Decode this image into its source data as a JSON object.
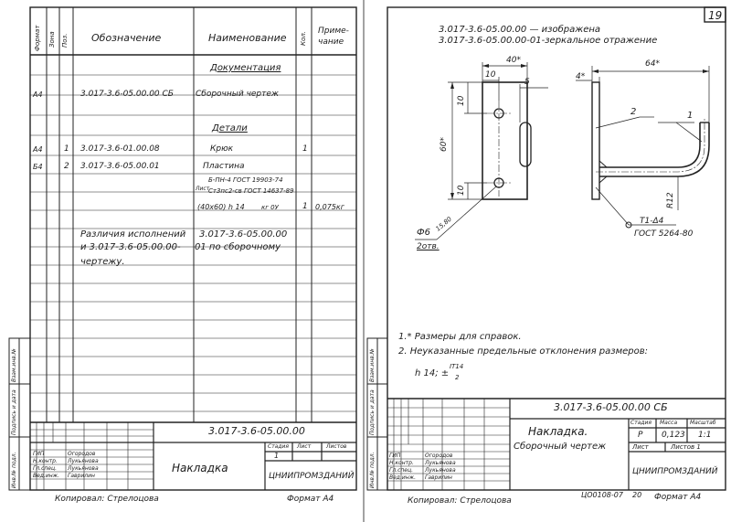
{
  "page_number": "19",
  "left_sheet": {
    "headers": [
      "Формат",
      "Зона",
      "Поз.",
      "Обозначение",
      "Наименование",
      "Кол.",
      "Приме-",
      "чание"
    ],
    "section_documentation": "Документация",
    "section_parts": "Детали",
    "rows": [
      {
        "format": "А4",
        "zone": "",
        "pos": "",
        "designation": "3.017-3.6-05.00.00 СБ",
        "name": "Сборочный чертеж",
        "qty": "",
        "note": ""
      },
      {
        "format": "А4",
        "zone": "",
        "pos": "1",
        "designation": "3.017-3.6-01.00.08",
        "name": "Крюк",
        "qty": "1",
        "note": ""
      },
      {
        "format": "Б4",
        "zone": "",
        "pos": "2",
        "designation": "3.017-3.6-05.00.01",
        "name": "Пластина",
        "qty": "",
        "note": ""
      }
    ],
    "plate_spec_1": "Б-ПН-4 ГОСТ 19903-74",
    "plate_spec_2_prefix": "Лист",
    "plate_spec_2": "Ст3пс2-св ГОСТ 14637-89",
    "plate_size": "(40х60) h 14",
    "plate_weight_label": "кг 0У",
    "plate_qty": "1",
    "plate_mass": "0,075кг",
    "diff_line1_a": "Различия исполнений",
    "diff_line1_b": "3.017-3.6-05.00.00",
    "diff_line2_a": "и 3.017-3.6-05.00.00-",
    "diff_line2_b": "01 по сборочному",
    "diff_line3": "чертежу.",
    "stamp_code": "3.017-3.6-05.00.00",
    "stamp_title": "Накладка",
    "stamp_stage": "Стадия",
    "stamp_sheet": "Лист",
    "stamp_sheets": "Листов",
    "stamp_sheet_val": "1",
    "stamp_org": "ЦНИИПРОМЗДАНИЙ",
    "sign_roles": [
      "ГИП",
      "Н.контр.",
      "Гл.спец.",
      "Вед.инж."
    ],
    "sign_names": [
      "Огородов",
      "Лукьянова",
      "Лукьянова",
      "Гаврилин"
    ],
    "side_labels": [
      "Инв.№ подл.",
      "Подпись и дата",
      "Взам.инв.№"
    ],
    "copied": "Копировал: Стрелоцова",
    "format": "Формат А4"
  },
  "right_sheet": {
    "note_top1": "3.017-3.6-05.00.00 — изображена",
    "note_top2": "3.017-3.6-05.00.00-01-зеркальное отражение",
    "dim_40": "40*",
    "dim_10_top": "10",
    "dim_5": "5",
    "dim_10_v1": "10",
    "dim_60": "60*",
    "dim_10_v2": "10",
    "dim_64": "64*",
    "dim_4": "4*",
    "dim_r12": "R12",
    "pos_2": "2",
    "pos_1": "1",
    "dim_1580": "15,80",
    "hole_dia": "Ф6",
    "hole_count": "2отв.",
    "weld_1": "Т1-Δ4",
    "weld_2": "ГОСТ 5264-80",
    "note_1": "1.* Размеры для справок.",
    "note_2": "2. Неуказанные предельные отклонения размеров:",
    "note_3": "h 14; ±",
    "note_3_frac_top": "IT14",
    "note_3_frac_bot": "2",
    "stamp_code": "3.017-3.6-05.00.00 СБ",
    "stamp_title1": "Накладка.",
    "stamp_title2": "Сборочный чертеж",
    "stamp_stage": "Стадия",
    "stamp_mass": "Масса",
    "stamp_scale": "Масштаб",
    "stamp_stage_val": "Р",
    "stamp_mass_val": "0,123",
    "stamp_scale_val": "1:1",
    "stamp_sheet": "Лист",
    "stamp_sheets": "Листов 1",
    "stamp_org": "ЦНИИПРОМЗДАНИЙ",
    "sign_roles": [
      "ГИП",
      "Н.контр.",
      "Гл.спец.",
      "Вед.инж."
    ],
    "sign_names": [
      "Огородов",
      "Лукьянова",
      "Лукьянова",
      "Гаврилин"
    ],
    "side_labels": [
      "Инв.№ подл.",
      "Подпись и дата",
      "Взам.инв.№"
    ],
    "copied": "Копировал: Стрелоцова",
    "archive_no": "ЦО0108-07",
    "archive_sheet": "20",
    "format": "Формат А4"
  }
}
